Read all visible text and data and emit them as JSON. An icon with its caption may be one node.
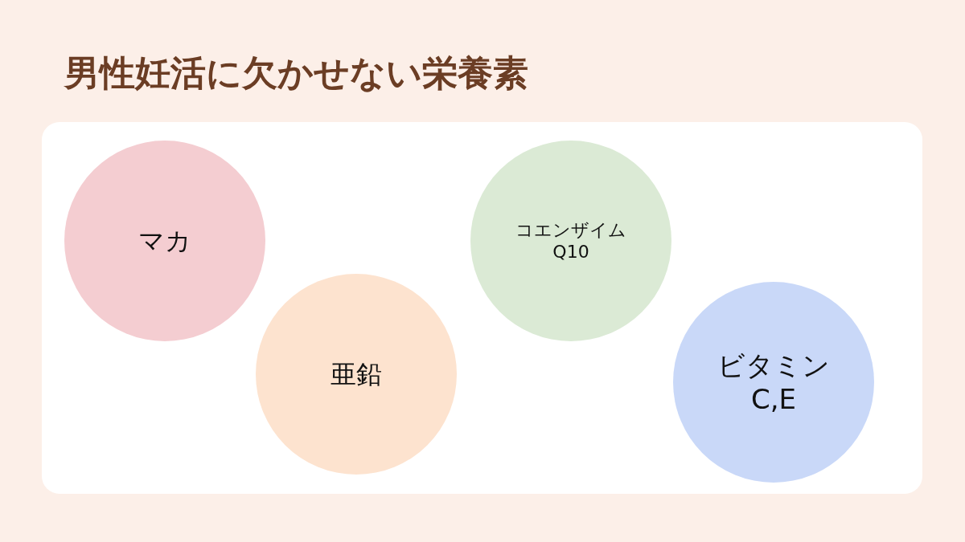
{
  "diagram": {
    "title": "男性妊活に欠かせない栄養素",
    "nodes": [
      {
        "text": [
          "マカ"
        ]
      },
      {
        "text": [
          "亜鉛"
        ]
      },
      {
        "text": [
          "コエンザイム Q10"
        ]
      },
      {
        "text": [
          "ビタミン C,E"
        ]
      }
    ]
  }
}
